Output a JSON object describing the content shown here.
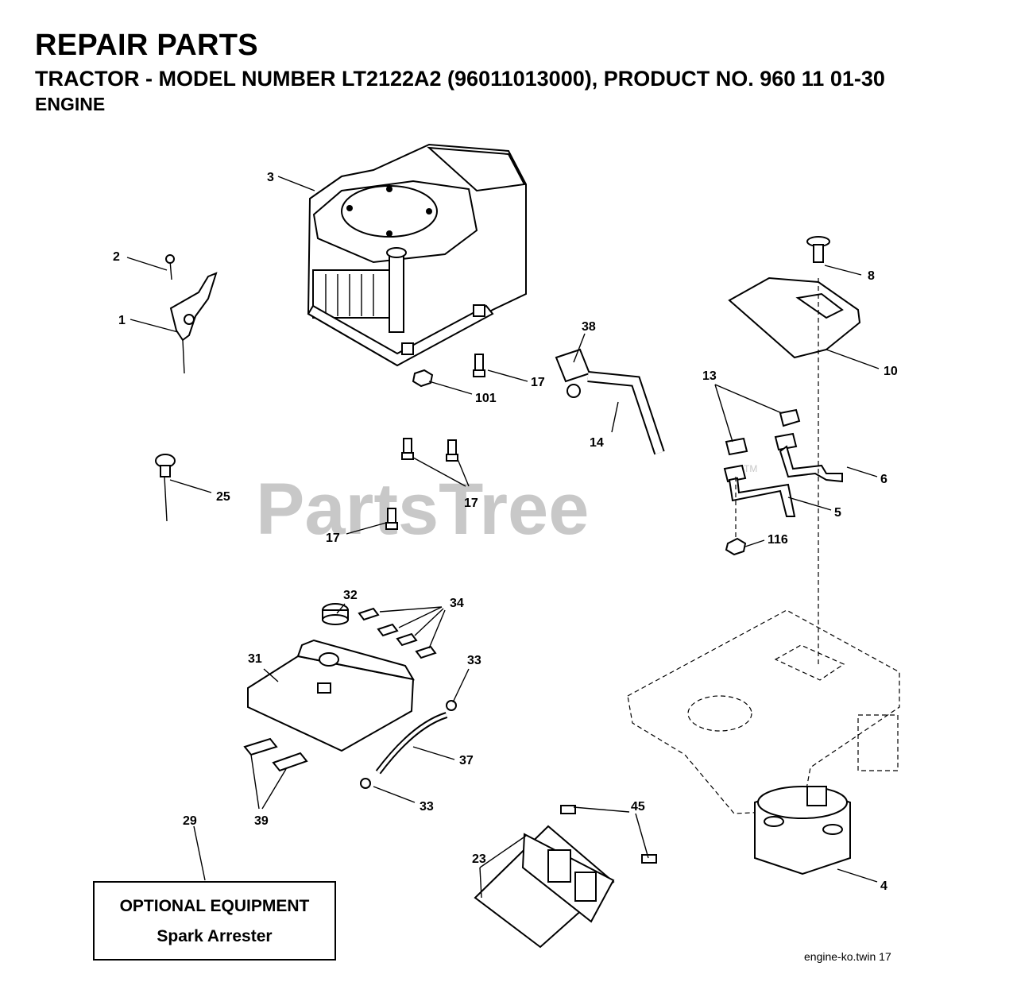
{
  "header": {
    "title": "REPAIR PARTS",
    "subtitle": "TRACTOR - MODEL NUMBER LT2122A2 (96011013000), PRODUCT NO. 960 11 01-30",
    "section": "ENGINE"
  },
  "watermark": {
    "text": "PartsTree",
    "mark": "TM"
  },
  "callouts": [
    "3",
    "2",
    "1",
    "8",
    "38",
    "10",
    "13",
    "17",
    "101",
    "14",
    "6",
    "25",
    "17",
    "5",
    "17",
    "116",
    "32",
    "34",
    "31",
    "33",
    "37",
    "39",
    "33",
    "29",
    "45",
    "23",
    "4"
  ],
  "optional_box": {
    "line1": "OPTIONAL EQUIPMENT",
    "line2": "Spark Arrester"
  },
  "footer": {
    "text": "engine-ko.twin  17"
  }
}
